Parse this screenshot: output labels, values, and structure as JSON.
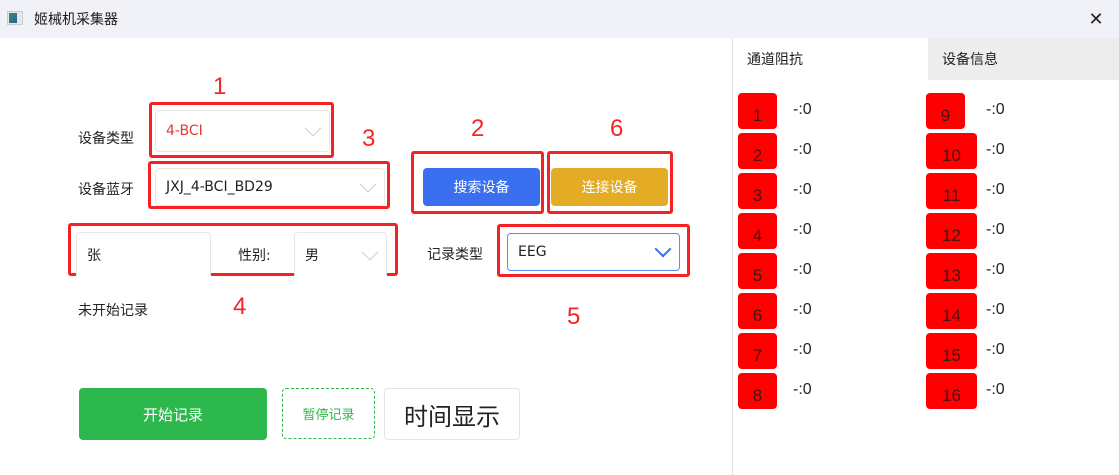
{
  "window": {
    "title": "姬械机采集器",
    "close_symbol": "✕"
  },
  "form": {
    "device_type": {
      "label": "设备类型",
      "value": "4-BCI",
      "value_color": "#e53935"
    },
    "device_bluetooth": {
      "label": "设备蓝牙",
      "value": "JXJ_4-BCI_BD29"
    },
    "name_input": {
      "value": "张"
    },
    "gender": {
      "label": "性别:",
      "value": "男"
    },
    "record_type": {
      "label": "记录类型",
      "value": "EEG"
    },
    "status_text": "未开始记录"
  },
  "buttons": {
    "search_device": {
      "label": "搜索设备",
      "color": "#3a6ff0"
    },
    "connect_device": {
      "label": "连接设备",
      "color": "#e4ab24"
    },
    "start_record": {
      "label": "开始记录",
      "color": "#2db84d"
    },
    "pause_record": {
      "label": "暂停记录",
      "color": "#2db84d"
    },
    "time_display": {
      "label": "时间显示"
    }
  },
  "annotations": [
    "1",
    "2",
    "3",
    "4",
    "5",
    "6"
  ],
  "side_panel": {
    "tabs": [
      {
        "label": "通道阻抗",
        "active": true
      },
      {
        "label": "设备信息",
        "active": false
      }
    ],
    "channels": [
      {
        "id": "1",
        "value": "-:0"
      },
      {
        "id": "2",
        "value": "-:0"
      },
      {
        "id": "3",
        "value": "-:0"
      },
      {
        "id": "4",
        "value": "-:0"
      },
      {
        "id": "5",
        "value": "-:0"
      },
      {
        "id": "6",
        "value": "-:0"
      },
      {
        "id": "7",
        "value": "-:0"
      },
      {
        "id": "8",
        "value": "-:0"
      },
      {
        "id": "9",
        "value": "-:0"
      },
      {
        "id": "10",
        "value": "-:0"
      },
      {
        "id": "11",
        "value": "-:0"
      },
      {
        "id": "12",
        "value": "-:0"
      },
      {
        "id": "13",
        "value": "-:0"
      },
      {
        "id": "14",
        "value": "-:0"
      },
      {
        "id": "15",
        "value": "-:0"
      },
      {
        "id": "16",
        "value": "-:0"
      }
    ],
    "channel_badge_color": "#ff0000"
  }
}
